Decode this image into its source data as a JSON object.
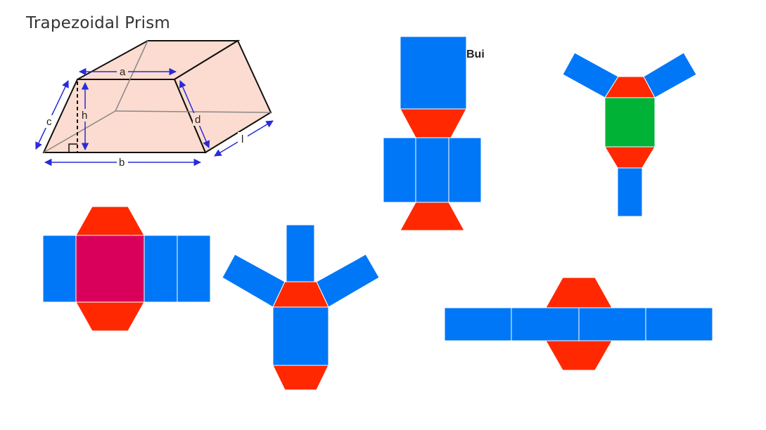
{
  "page": {
    "title": "Trapezoidal Prism",
    "annotation": "Bui"
  },
  "diagram": {
    "dimension_labels": {
      "top_base": "a",
      "bottom_base": "b",
      "left_side": "c",
      "right_side": "d",
      "height": "h",
      "length": "l"
    }
  },
  "colors": {
    "lateral_face": "#0077F7",
    "trapezoid_face": "#FF2800",
    "base_face_green": "#00B236",
    "base_face_magenta": "#D9005B",
    "prism_fill": "#FCDCD0",
    "dimension_arrow": "#2A2BD8",
    "title_text": "#333333"
  },
  "nets": [
    {
      "id": "net-1",
      "description_faces": [
        "rectangle",
        "trapezoid",
        "rectangle",
        "rectangle",
        "rectangle",
        "trapezoid"
      ]
    },
    {
      "id": "net-2",
      "description_faces": [
        "rectangle",
        "rectangle",
        "trapezoid",
        "rectangle",
        "trapezoid",
        "rectangle"
      ]
    },
    {
      "id": "net-3",
      "description_faces": [
        "rectangle",
        "rectangle",
        "rectangle",
        "rectangle",
        "trapezoid",
        "trapezoid"
      ]
    },
    {
      "id": "net-4",
      "description_faces": [
        "rectangle",
        "rectangle",
        "rectangle",
        "trapezoid",
        "rectangle",
        "trapezoid"
      ]
    },
    {
      "id": "net-5",
      "description_faces": [
        "rectangle",
        "rectangle",
        "rectangle",
        "rectangle",
        "trapezoid",
        "trapezoid"
      ]
    }
  ]
}
